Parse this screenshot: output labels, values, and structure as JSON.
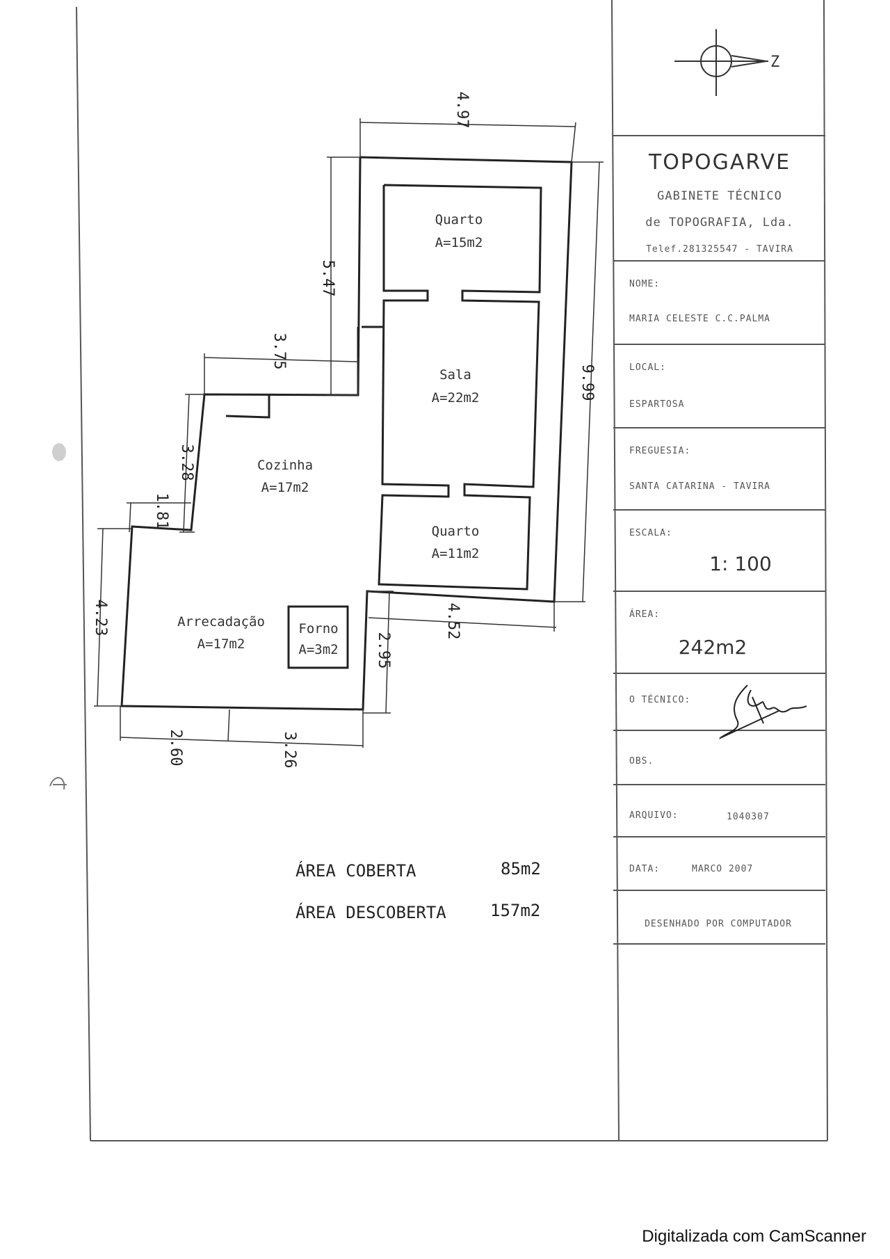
{
  "title_block": {
    "company": "TOPOGARVE",
    "subtitle_line1": "GABINETE TÉCNICO",
    "subtitle_line2": "de TOPOGRAFIA, Lda.",
    "phone_line": "Telef.281325547 - TAVIRA",
    "nome_label": "NOME:",
    "nome_value": "MARIA CELESTE C.C.PALMA",
    "local_label": "LOCAL:",
    "local_value": "ESPARTOSA",
    "freguesia_label": "FREGUESIA:",
    "freguesia_value": "SANTA CATARINA - TAVIRA",
    "escala_label": "ESCALA:",
    "escala_value": "1: 100",
    "area_label": "ÁREA:",
    "area_value": "242m2",
    "tecnico_label": "O TÉCNICO:",
    "obs_label": "OBS.",
    "arquivo_label": "ARQUIVO:",
    "arquivo_value": "1040307",
    "data_label": "DATA:",
    "data_value": "MARCO 2007",
    "footer_note": "DESENHADO POR COMPUTADOR"
  },
  "north_label": "Z",
  "rooms": [
    {
      "name": "Quarto",
      "area": "A=15m2"
    },
    {
      "name": "Sala",
      "area": "A=22m2"
    },
    {
      "name": "Cozinha",
      "area": "A=17m2"
    },
    {
      "name": "Quarto",
      "area": "A=11m2"
    },
    {
      "name": "Arrecadação",
      "area": "A=17m2"
    },
    {
      "name": "Forno",
      "area": "A=3m2"
    }
  ],
  "dimensions": [
    "4.97",
    "5.47",
    "9.99",
    "3.75",
    "3.28",
    "1.81",
    "4.23",
    "2.95",
    "4.52",
    "2.60",
    "3.26"
  ],
  "summary": {
    "covered_label": "ÁREA COBERTA",
    "covered_value": "85m2",
    "uncovered_label": "ÁREA DESCOBERTA",
    "uncovered_value": "157m2"
  },
  "scanner_note": "Digitalizada com CamScanner"
}
